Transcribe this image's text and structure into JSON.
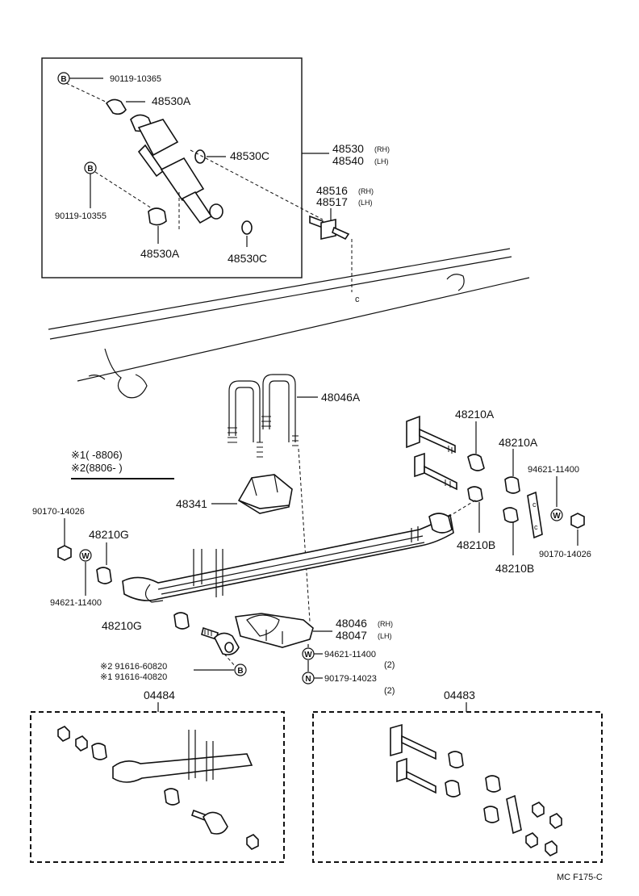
{
  "labels": {
    "b_bolt_top": "90119-10365",
    "bush_48530a_top": "48530A",
    "bush_48530c_top": "48530C",
    "shock_rh": "48530",
    "shock_rh_side": "(RH)",
    "shock_lh": "48540",
    "shock_lh_side": "(LH)",
    "bracket_rh": "48516",
    "bracket_rh_side": "(RH)",
    "bracket_lh": "48517",
    "bracket_lh_side": "(LH)",
    "b_bolt_left": "90119-10355",
    "bush_48530a_bottom": "48530A",
    "bush_48530c_bottom": "48530C",
    "ref_c_top": "c",
    "ubolt": "48046A",
    "note1": "※1(      -8806)",
    "note2": "※2(8806-        )",
    "bush_48210a_1": "48210A",
    "bush_48210a_2": "48210A",
    "washer_right": "94621-11400",
    "seat": "48341",
    "nut_left": "90170-14026",
    "bush_48210g_top": "48210G",
    "washer_left": "94621-11400",
    "bush_48210g_bottom": "48210G",
    "bush_48210b_1": "48210B",
    "bush_48210b_2": "48210B",
    "nut_right": "90170-14026",
    "plate_rh": "48046",
    "plate_rh_side": "(RH)",
    "plate_lh": "48047",
    "plate_lh_side": "(LH)",
    "washer_w": "94621-11400",
    "washer_w_qty": "(2)",
    "nut_n": "90179-14023",
    "nut_n_qty": "(2)",
    "pin2": "※2 91616-60820",
    "pin1": "※1 91616-40820",
    "kit_left": "04484",
    "kit_right": "04483",
    "footer_code": "MC F175-C"
  },
  "badges": {
    "b": "B",
    "w": "W",
    "n": "N"
  }
}
